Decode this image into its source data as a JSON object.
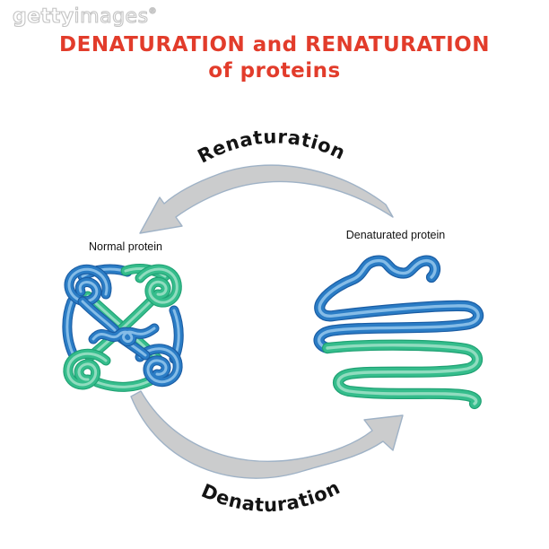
{
  "watermark": {
    "brand_bold": "getty",
    "brand_light": "images",
    "registered": "®"
  },
  "title": {
    "line1": "DENATURATION and RENATURATION",
    "line2": "of proteins",
    "color": "#e23c2b"
  },
  "cycle": {
    "top_label": "Renaturation",
    "bottom_label": "Denaturation",
    "arrow_fill": "#cbcccd",
    "arrow_outline": "#9fb2c6"
  },
  "proteins": {
    "normal_label": "Normal protein",
    "denatured_label": "Denaturated protein",
    "colors": {
      "blue": "#2a7cc5",
      "blue_dark": "#1a5ca3",
      "blue_light": "#8fc3ea",
      "green": "#35bd8c",
      "green_dark": "#1fa173",
      "green_light": "#9adfc4"
    }
  }
}
